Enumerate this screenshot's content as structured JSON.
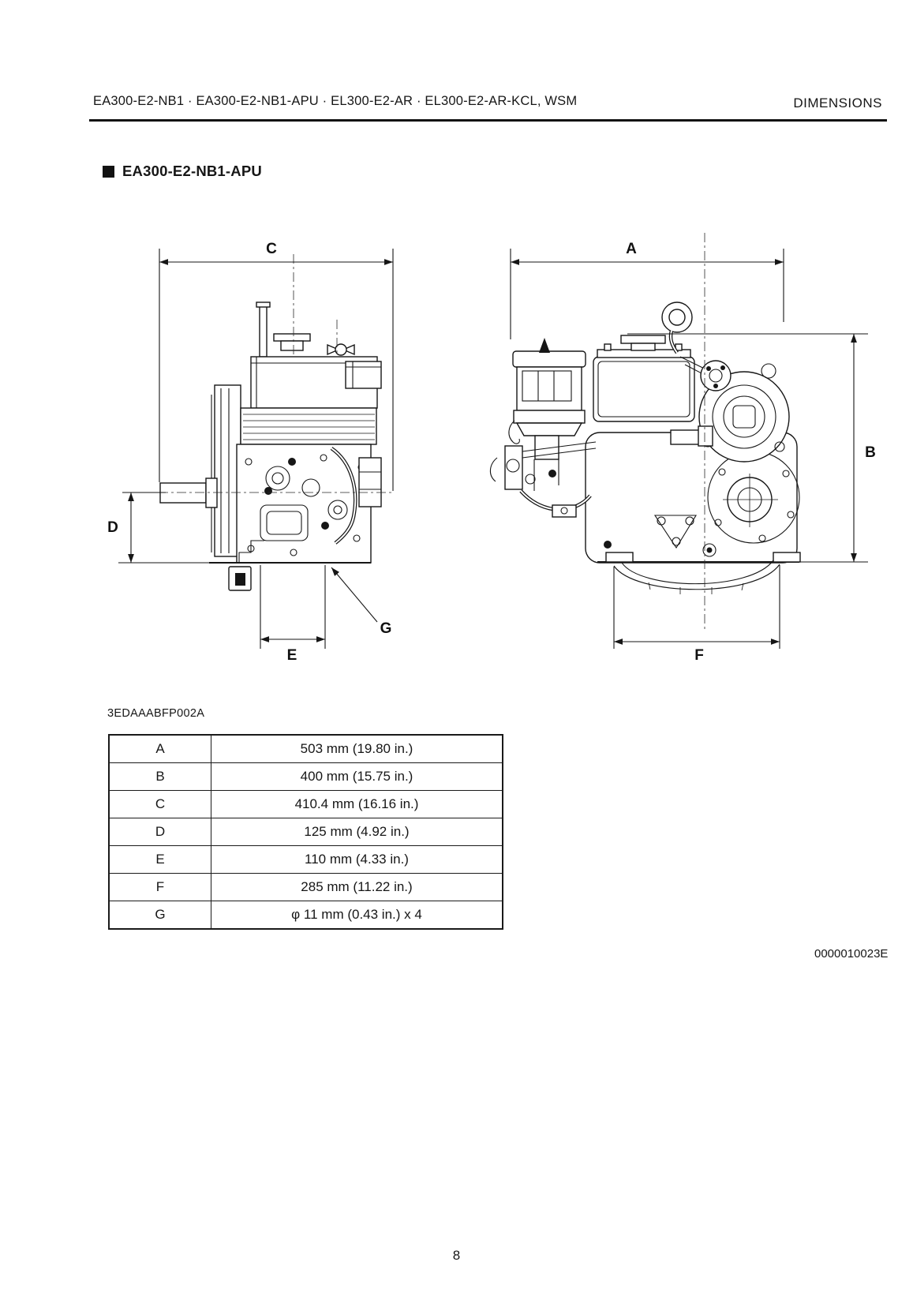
{
  "header": {
    "left": "EA300-E2-NB1 · EA300-E2-NB1-APU · EL300-E2-AR · EL300-E2-AR-KCL,  WSM",
    "right": "DIMENSIONS"
  },
  "section_title": "EA300-E2-NB1-APU",
  "figure_code": "3EDAAABFP002A",
  "doc_number": "0000010023E",
  "page_number": "8",
  "colors": {
    "ink": "#161616",
    "paper": "#ffffff"
  },
  "diagram": {
    "labels": {
      "A": "A",
      "B": "B",
      "C": "C",
      "D": "D",
      "E": "E",
      "F": "F",
      "G": "G"
    }
  },
  "dimensions_table": {
    "rows": [
      {
        "key": "A",
        "value": "503 mm (19.80 in.)"
      },
      {
        "key": "B",
        "value": "400 mm (15.75 in.)"
      },
      {
        "key": "C",
        "value": "410.4 mm (16.16 in.)"
      },
      {
        "key": "D",
        "value": "125 mm (4.92 in.)"
      },
      {
        "key": "E",
        "value": "110 mm (4.33 in.)"
      },
      {
        "key": "F",
        "value": "285 mm (11.22 in.)"
      },
      {
        "key": "G",
        "value": "φ 11 mm (0.43 in.) x 4"
      }
    ]
  }
}
